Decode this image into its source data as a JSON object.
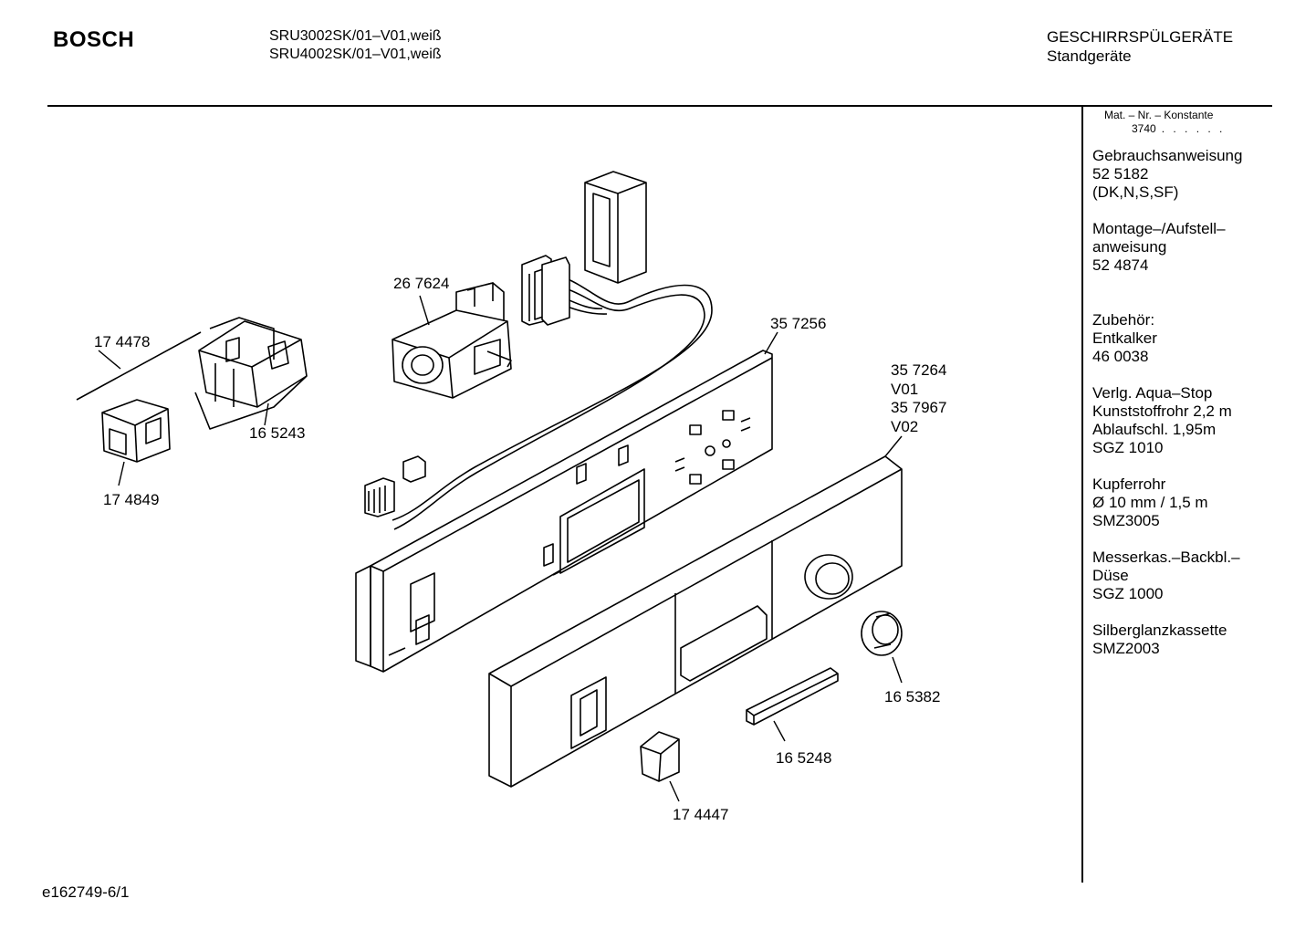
{
  "header": {
    "brand": "BOSCH",
    "models": [
      "SRU3002SK/01–V01,weiß",
      "SRU4002SK/01–V01,weiß"
    ],
    "category": [
      "GESCHIRRSPÜLGERÄTE",
      "Standgeräte"
    ]
  },
  "sidebar": {
    "mat_label": "Mat. – Nr. – Konstante",
    "mat_value": "3740",
    "mat_dots": ". . . . . .",
    "notes": [
      "Gebrauchsanweisung\n52 5182\n(DK,N,S,SF)",
      "Montage–/Aufstell–\nanweisung\n52 4874",
      "\nZubehör:\nEntkalker\n46 0038",
      "Verlg. Aqua–Stop\nKunststoffrohr 2,2 m\nAblaufschl. 1,95m\nSGZ 1010",
      "Kupferrohr\nØ 10 mm / 1,5 m\nSMZ3005",
      "Messerkas.–Backbl.–\nDüse\nSGZ 1000",
      "Silberglanzkassette\nSMZ2003"
    ]
  },
  "parts": {
    "p267624": "26 7624",
    "p174478": "17 4478",
    "p165243": "16 5243",
    "p174849": "17 4849",
    "p357256": "35 7256",
    "p357264": "35 7264",
    "v01": "V01",
    "p357967": "35 7967",
    "v02": "V02",
    "p165382": "16 5382",
    "p165248": "16 5248",
    "p174447": "17 4447"
  },
  "footer": {
    "doc_id": "e162749-6/1"
  }
}
